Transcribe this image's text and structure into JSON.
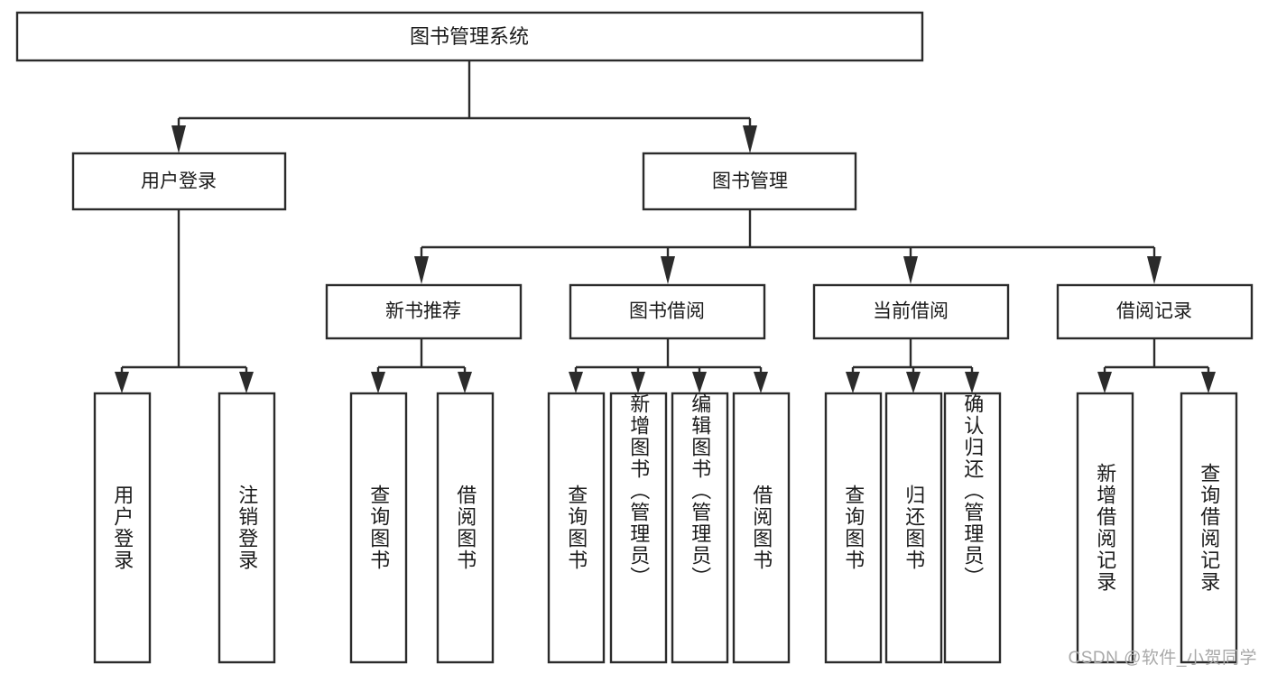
{
  "diagram": {
    "type": "tree-hierarchy",
    "title": "图书管理系统",
    "orientation": "top-down",
    "colors": {
      "box_stroke": "#2b2b2b",
      "box_fill": "#ffffff",
      "connector": "#2b2b2b",
      "text": "#1b1b1b",
      "watermark": "#a9a9a9",
      "background": "#ffffff"
    },
    "root": {
      "label": "图书管理系统"
    },
    "level2": [
      {
        "id": "user-login",
        "label": "用户登录"
      },
      {
        "id": "book-management",
        "label": "图书管理"
      }
    ],
    "level3": [
      {
        "id": "new-book-recommend",
        "label": "新书推荐",
        "parent": "book-management"
      },
      {
        "id": "book-borrow",
        "label": "图书借阅",
        "parent": "book-management"
      },
      {
        "id": "current-borrow",
        "label": "当前借阅",
        "parent": "book-management"
      },
      {
        "id": "borrow-record",
        "label": "借阅记录",
        "parent": "book-management"
      }
    ],
    "leaves": {
      "user-login": [
        {
          "id": "leaf-user-login",
          "label": "用户登录"
        },
        {
          "id": "leaf-logout-login",
          "label": "注销登录"
        }
      ],
      "new-book-recommend": [
        {
          "id": "leaf-query-book-1",
          "label": "查询图书"
        },
        {
          "id": "leaf-borrow-book-1",
          "label": "借阅图书"
        }
      ],
      "book-borrow": [
        {
          "id": "leaf-query-book-2",
          "label": "查询图书"
        },
        {
          "id": "leaf-add-book",
          "label": "新增图书（管理员）"
        },
        {
          "id": "leaf-edit-book",
          "label": "编辑图书（管理员）"
        },
        {
          "id": "leaf-borrow-book-2",
          "label": "借阅图书"
        }
      ],
      "current-borrow": [
        {
          "id": "leaf-query-book-3",
          "label": "查询图书"
        },
        {
          "id": "leaf-return-book",
          "label": "归还图书"
        },
        {
          "id": "leaf-confirm-return",
          "label": "确认归还（管理员）"
        }
      ],
      "borrow-record": [
        {
          "id": "leaf-add-record",
          "label": "新增借阅记录"
        },
        {
          "id": "leaf-query-record",
          "label": "查询借阅记录"
        }
      ]
    }
  },
  "watermark": {
    "text": "CSDN @软件_小贺同学"
  }
}
